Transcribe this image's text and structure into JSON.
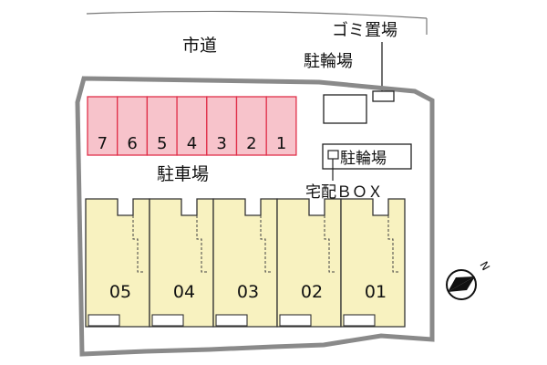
{
  "map": {
    "road_label": "市道",
    "garbage_label": "ゴミ置場",
    "bicycle_top_label": "駐輪場",
    "bicycle_box_label": "駐輪場",
    "delivery_box_label": "宅配ＢＯＸ",
    "parking_label": "駐車場",
    "parking_spaces": [
      "7",
      "6",
      "5",
      "4",
      "3",
      "2",
      "1"
    ],
    "units": [
      "05",
      "04",
      "03",
      "02",
      "01"
    ],
    "compass_letter": "N",
    "colors": {
      "parking_fill": "#f7c3cb",
      "parking_stroke": "#e0304a",
      "unit_fill": "#f8f2c0",
      "outline": "#333333"
    }
  }
}
